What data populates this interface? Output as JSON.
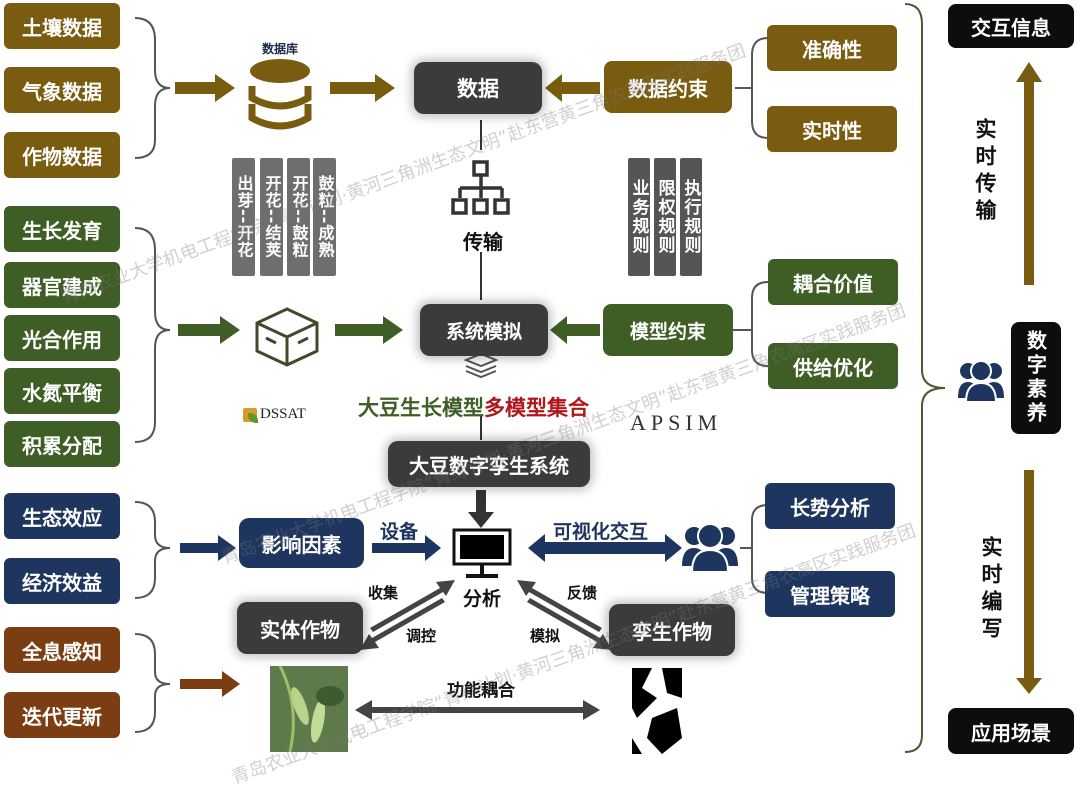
{
  "left_groups": {
    "data_sources": [
      "土壤数据",
      "气象数据",
      "作物数据"
    ],
    "growth_processes": [
      "生长发育",
      "器官建成",
      "光合作用",
      "水氮平衡",
      "积累分配"
    ],
    "factors_inputs": [
      "生态效应",
      "经济效益"
    ],
    "crop_inputs": [
      "全息感知",
      "迭代更新"
    ]
  },
  "center": {
    "database_label": "数据库",
    "data_node": "数据",
    "transmission_label": "传输",
    "simulation_node": "系统模拟",
    "model_title_green": "大豆生长模型",
    "model_title_red": "多模型集合",
    "twin_system_node": "大豆数字孪生系统",
    "influence_node": "影响因素",
    "device_label": "设备",
    "visual_interaction_label": "可视化交互",
    "analysis_label": "分析",
    "collect_label": "收集",
    "control_label": "调控",
    "feedback_label": "反馈",
    "simulate_label": "模拟",
    "physical_crop_node": "实体作物",
    "twin_crop_node": "孪生作物",
    "function_coupling_label": "功能耦合",
    "logo_dssat": "DSSAT",
    "logo_apsim": "APSIM"
  },
  "growth_stages": [
    "出芽--开花",
    "开花--结荚",
    "开花--鼓粒",
    "鼓粒--成熟"
  ],
  "rules": [
    "业务规则",
    "限权规则",
    "执行规则"
  ],
  "right_groups": {
    "data_constraint": "数据约束",
    "data_constraint_items": [
      "准确性",
      "实时性"
    ],
    "model_constraint": "模型约束",
    "model_constraint_items": [
      "耦合价值",
      "供给优化"
    ],
    "user_outputs": [
      "长势分析",
      "管理策略"
    ]
  },
  "far_right": {
    "top_box": "交互信息",
    "up_label": "实时传输",
    "middle_box": "数字素养",
    "down_label": "实时编写",
    "bottom_box": "应用场景"
  },
  "colors": {
    "olive": "#7a5c10",
    "green": "#3f5e26",
    "navy": "#1e3560",
    "brown": "#7a3e12",
    "dark": "#3b3b3b",
    "red": "#b0161c"
  },
  "watermark": "青岛农业大学机电工程学院“青绿计划·黄河三角洲生态文明”赴东营黄三角农高区实践服务团"
}
